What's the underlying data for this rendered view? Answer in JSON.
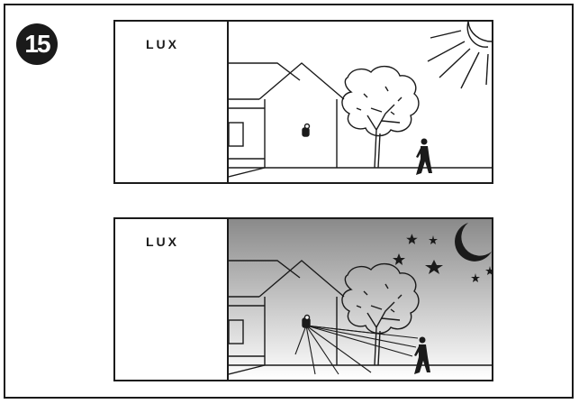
{
  "step": {
    "number": "15"
  },
  "panels": [
    {
      "id": "day",
      "lux_label": "LUX"
    },
    {
      "id": "night",
      "lux_label": "LUX"
    }
  ],
  "colors": {
    "line": "#1a1a1a",
    "night_sky_top": "#8a8a8a",
    "night_sky_bottom": "#ffffff"
  }
}
